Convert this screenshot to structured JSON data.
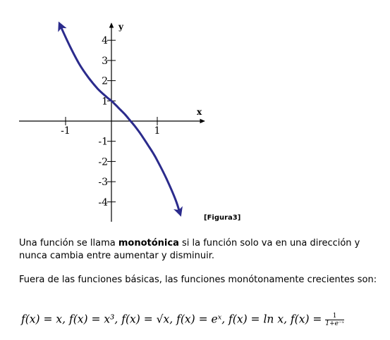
{
  "chart_data": {
    "type": "line",
    "xlabel": "x",
    "ylabel": "y",
    "x_ticks": [
      -1,
      1
    ],
    "x_tick_labels": [
      "-1",
      "1"
    ],
    "y_ticks": [
      4,
      3,
      2,
      1,
      -1,
      -2,
      -3,
      -4
    ],
    "y_tick_labels": [
      "4",
      "3",
      "2",
      "1",
      "-1",
      "-2",
      "-3",
      "-4"
    ],
    "xlim": [
      -2,
      2
    ],
    "ylim": [
      -5,
      5
    ],
    "grid": false,
    "series": [
      {
        "color": "#2b2b8c",
        "arrows_at_ends": true,
        "x": [
          -1.13,
          -0.9,
          -0.7,
          -0.5,
          -0.3,
          -0.1,
          0.0,
          0.1,
          0.2,
          0.3,
          0.4,
          0.5,
          0.6,
          0.7,
          0.8,
          0.9,
          1.0,
          1.2,
          1.4,
          1.5
        ],
        "y": [
          4.8,
          3.68,
          2.82,
          2.15,
          1.6,
          1.18,
          1.0,
          0.78,
          0.55,
          0.32,
          0.05,
          -0.22,
          -0.52,
          -0.85,
          -1.2,
          -1.55,
          -1.95,
          -2.85,
          -3.9,
          -4.6
        ]
      }
    ]
  },
  "caption": "[Figura3]",
  "paragraph1": {
    "before": "Una función se llama ",
    "bold": "monotónica",
    "after": " si la función solo va en una dirección y nunca cambia entre aumentar y disminuir."
  },
  "paragraph2": "Fuera de las funciones básicas, las funciones monótonamente crecientes son:",
  "formula": {
    "main": "f(x) = x, f(x) = x³, f(x) = √x, f(x) = eˣ, f(x) = ln x, f(x) = ",
    "frac_num": "1",
    "frac_den": "1+e⁻ˣ"
  }
}
